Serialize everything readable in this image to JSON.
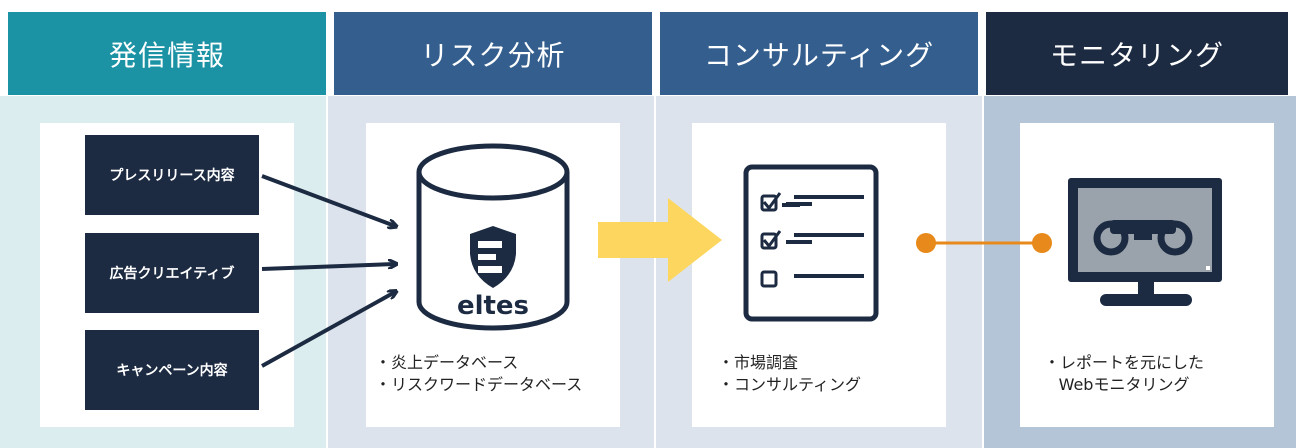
{
  "columns": [
    {
      "title": "発信情報",
      "header_color": "#1b93a5",
      "bg_color": "#dcedf0"
    },
    {
      "title": "リスク分析",
      "header_color": "#335e8e",
      "bg_color": "#dde3ec"
    },
    {
      "title": "コンサルティング",
      "header_color": "#335e8e",
      "bg_color": "#dde3ec"
    },
    {
      "title": "モニタリング",
      "header_color": "#1c2b42",
      "bg_color": "#b5c5d8"
    }
  ],
  "inputs": [
    "プレスリリース内容",
    "広告クリエイティブ",
    "キャンペーン内容"
  ],
  "database": {
    "logo_text": "eltes",
    "icon": "database-icon"
  },
  "risk_items": [
    "・炎上データベース",
    "・リスクワードデータベース"
  ],
  "consulting_items": [
    "・市場調査",
    "・コンサルティング"
  ],
  "monitoring_items": [
    "・レポートを元にした",
    "Webモニタリング"
  ],
  "icons": {
    "checklist": "checklist-icon",
    "monitor": "binoculars-monitor-icon",
    "arrow": "big-arrow-icon",
    "connector": "connector-dots"
  },
  "colors": {
    "dark_box": "#1c2b42",
    "yellow_arrow": "#fdd65f",
    "orange_connector": "#e8891b"
  }
}
